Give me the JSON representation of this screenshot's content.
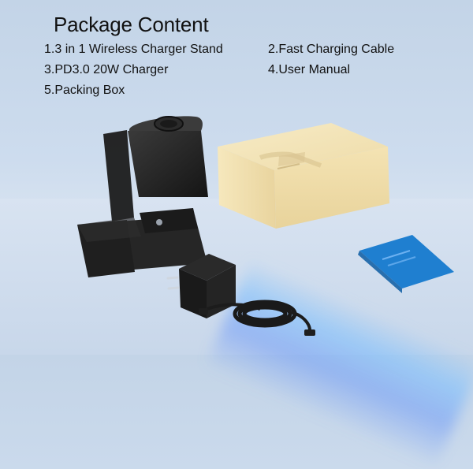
{
  "header": {
    "title": "Package Content"
  },
  "items": [
    "1.3 in 1 Wireless Charger Stand",
    "2.Fast Charging Cable",
    "3.PD3.0 20W Charger",
    "4.User Manual",
    "5.Packing Box"
  ],
  "colors": {
    "background": "#c9d8eb",
    "product_black": "#2a2a2a",
    "box_yellow": "#f2dfaa",
    "manual_blue": "#1a78c8"
  }
}
